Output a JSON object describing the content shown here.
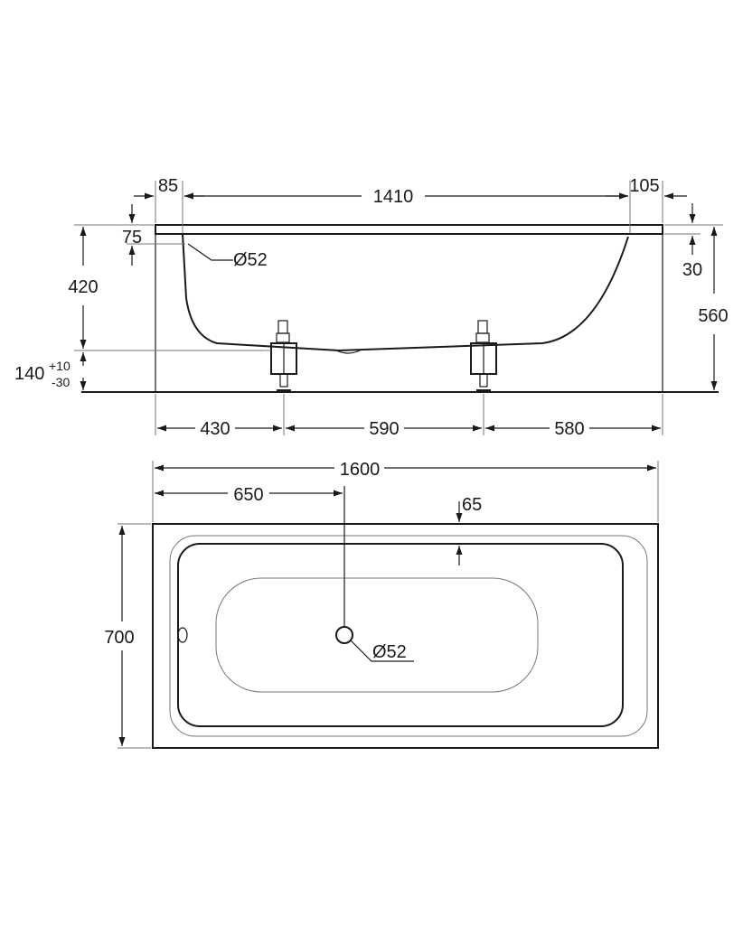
{
  "side_view": {
    "dims": {
      "rim_left": "85",
      "inner_length": "1410",
      "rim_right": "105",
      "rim_height_left": "75",
      "drain_diameter": "Ø52",
      "rim_height_right": "30",
      "bath_depth": "420",
      "total_height": "560",
      "feet_height": "140",
      "feet_tol_plus": "+10",
      "feet_tol_minus": "-30",
      "foot_offset_left": "430",
      "foot_spacing": "590",
      "foot_offset_right": "580"
    }
  },
  "top_view": {
    "dims": {
      "total_length": "1600",
      "drain_offset": "650",
      "rim_width": "65",
      "total_width": "700",
      "drain_diameter": "Ø52"
    }
  }
}
